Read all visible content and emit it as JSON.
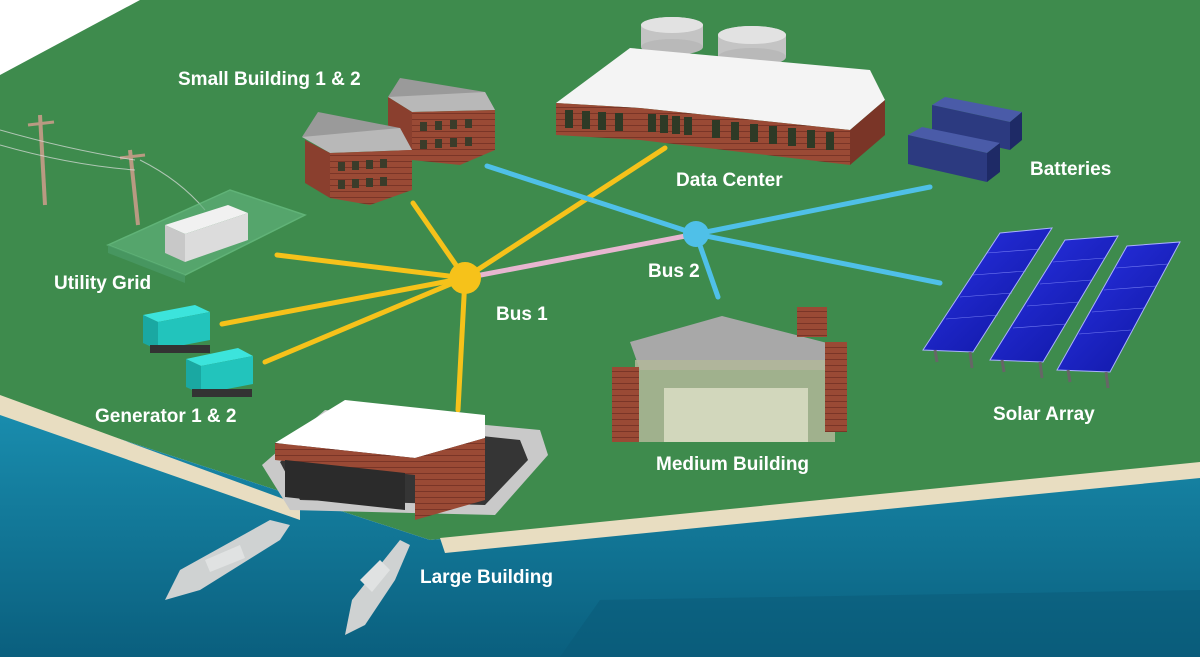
{
  "labels": {
    "small_buildings": "Small Building 1 & 2",
    "data_center": "Data Center",
    "batteries": "Batteries",
    "utility_grid": "Utility Grid",
    "bus1": "Bus 1",
    "bus2": "Bus 2",
    "generators": "Generator 1 & 2",
    "medium_building": "Medium Building",
    "solar_array": "Solar Array",
    "large_building": "Large Building"
  },
  "colors": {
    "grass": "#3e8b4d",
    "water": "#137c9b",
    "shore": "#e8ddc1",
    "bus1_lines": "#f6c21a",
    "bus2_lines": "#4fc0e8",
    "tie_line": "#e7b6d0",
    "text_dark": "#111111",
    "text_light": "#ffffff"
  }
}
